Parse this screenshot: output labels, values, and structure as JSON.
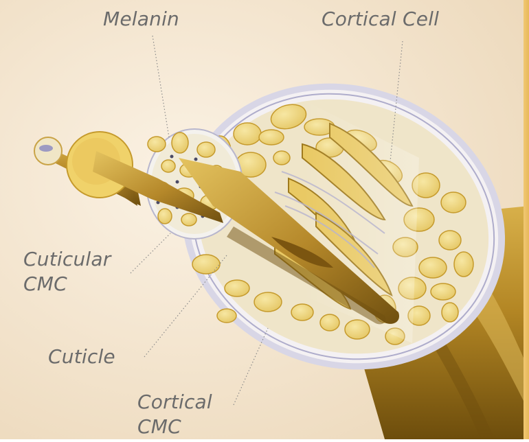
{
  "labels": {
    "melanin": "Melanin",
    "cortical_cell": "Cortical Cell",
    "cuticular_cmc_line1": "Cuticular",
    "cuticular_cmc_line2": "CMC",
    "cuticle": "Cuticle",
    "cortical_cmc_line1": "Cortical",
    "cortical_cmc_line2": "CMC"
  },
  "colors": {
    "background_light": "#f8ecdc",
    "background_dark": "#ecd9bd",
    "fiber_gold": "#b78a25",
    "fiber_dark": "#7a5a10",
    "cell_yellow": "#f2dc85",
    "cell_outline": "#c59a2c",
    "matrix_cream": "#efe6cf",
    "cuticle_band": "#b7b4cf",
    "label_text": "#6b6b6b",
    "frame_orange": "#e7b85a"
  }
}
